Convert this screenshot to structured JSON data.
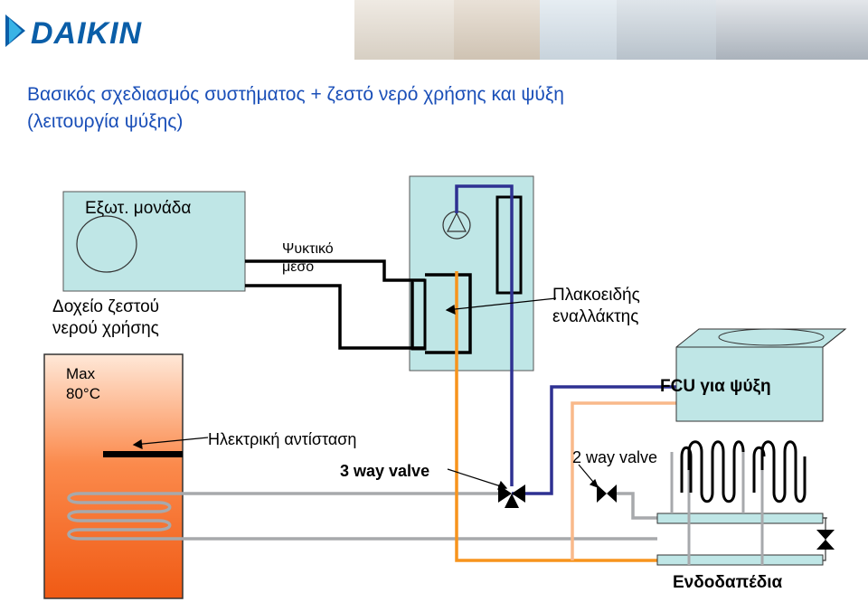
{
  "header": {
    "brand": "DAIKIN",
    "brand_color": "#0a5ea8"
  },
  "title": {
    "line1": "Βασικός σχεδιασμός συστήματος + ζεστό νερό χρήσης και ψύξη",
    "line2": "(λειτουργία ψύξης)",
    "color": "#1a4fb8"
  },
  "labels": {
    "outdoor_unit": "Εξωτ.  μονάδα",
    "refrigerant_line1": "Ψυκτικό",
    "refrigerant_line2": "μέσο",
    "tank_line1": "Δοχείο ζεστού",
    "tank_line2": "νερού χρήσης",
    "max_line1": "Max",
    "max_line2": "80°C",
    "plate_hx_line1": "Πλακοειδής",
    "plate_hx_line2": "εναλλάκτης",
    "fcu": "FCU για ψύξη",
    "heater": "Ηλεκτρική αντίσταση",
    "three_way": "3 way valve",
    "two_way": "2 way valve",
    "underfloor": "Ενδοδαπέδια"
  },
  "colors": {
    "unit_fill": "#bfe6e6",
    "tank_top": "#ffe8d8",
    "tank_bottom": "#f05a14",
    "pipe_blue": "#2e3192",
    "pipe_orange": "#f7941d",
    "pipe_light_orange": "#f9b98a",
    "pipe_grey": "#a7a9ac"
  }
}
